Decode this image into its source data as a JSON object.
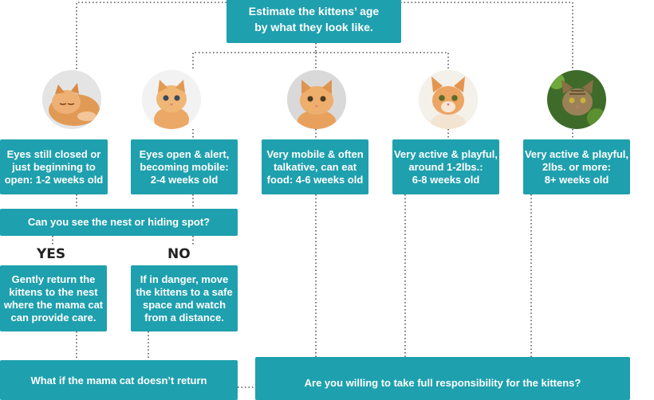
{
  "title": "Estimate the kittens’ age\nby what they look like.",
  "age_groups": [
    {
      "label": "Eyes still closed or\njust beginning to\nopen: 1-2 weeks old",
      "photo": "sleeping-kitten-photo"
    },
    {
      "label": "Eyes open & alert,\nbecoming mobile:\n2-4 weeks old",
      "photo": "sitting-kitten-photo"
    },
    {
      "label": "Very mobile & often\ntalkative, can eat\nfood: 4-6 weeks old",
      "photo": "mobile-kitten-photo"
    },
    {
      "label": "Very active & playful,\naround 1-2lbs.:\n6-8 weeks old",
      "photo": "playful-kitten-photo"
    },
    {
      "label": "Very active & playful,\n2lbs. or more:\n8+ weeks old",
      "photo": "tabby-kitten-photo"
    }
  ],
  "nest_question": "Can you see the nest or hiding spot?",
  "yes_label": "YES",
  "no_label": "NO",
  "yes_action": "Gently return the\nkittens to the nest\nwhere the mama cat\ncan provide care.",
  "no_action": "If in danger, move\nthe kittens to a safe\nspace and watch\nfrom a distance.",
  "mama_question": "What if the mama cat doesn’t return",
  "responsibility_question": "Are you willing to take full responsibility for the kittens?",
  "colors": {
    "box": "#1fa0ae",
    "text": "#ffffff",
    "connector": "#555555"
  }
}
